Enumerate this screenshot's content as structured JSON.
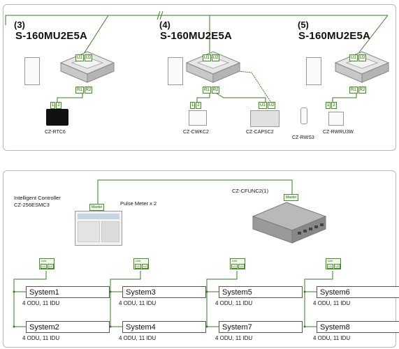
{
  "top_panel": {
    "units": [
      {
        "number": "(3)",
        "model": "S-160MU2E5A",
        "remote_model": "CZ-RTC6"
      },
      {
        "number": "(4)",
        "model": "S-160MU2E5A",
        "remote_model": "CZ-CWKC2",
        "extra_model": "CZ-CAPSC2"
      },
      {
        "number": "(5)",
        "model": "S-160MU2E5A",
        "remote_model": "CZ-RWS3",
        "extra_model": "CZ-RWRU3W"
      }
    ],
    "terminal_top": [
      "U1",
      "U2"
    ],
    "terminal_mid": [
      "R1",
      "R2"
    ],
    "terminal_remote": [
      "1",
      "2"
    ]
  },
  "bottom_panel": {
    "controller": {
      "line1": "Intelligent Controller",
      "line2": "CZ-256ESMC3",
      "port": "Master"
    },
    "pulse_meter": "Pulse Meter x 2",
    "interface": {
      "label": "CZ-CFUNC2(1)",
      "port": "Master"
    },
    "link_label": "Link",
    "link_ports": [
      "U1",
      "U2"
    ],
    "systems": [
      {
        "name": "System1",
        "desc": "4 ODU, 11 IDU"
      },
      {
        "name": "System2",
        "desc": "4 ODU, 11 IDU"
      },
      {
        "name": "System3",
        "desc": "4 ODU, 11 IDU"
      },
      {
        "name": "System4",
        "desc": "4 ODU, 11 IDU"
      },
      {
        "name": "System5",
        "desc": "4 ODU, 11 IDU"
      },
      {
        "name": "System7",
        "desc": "4 ODU, 11 IDU"
      },
      {
        "name": "System6",
        "desc": "4 ODU, 11 IDU"
      },
      {
        "name": "System8",
        "desc": "4 ODU, 11 IDU"
      }
    ]
  }
}
